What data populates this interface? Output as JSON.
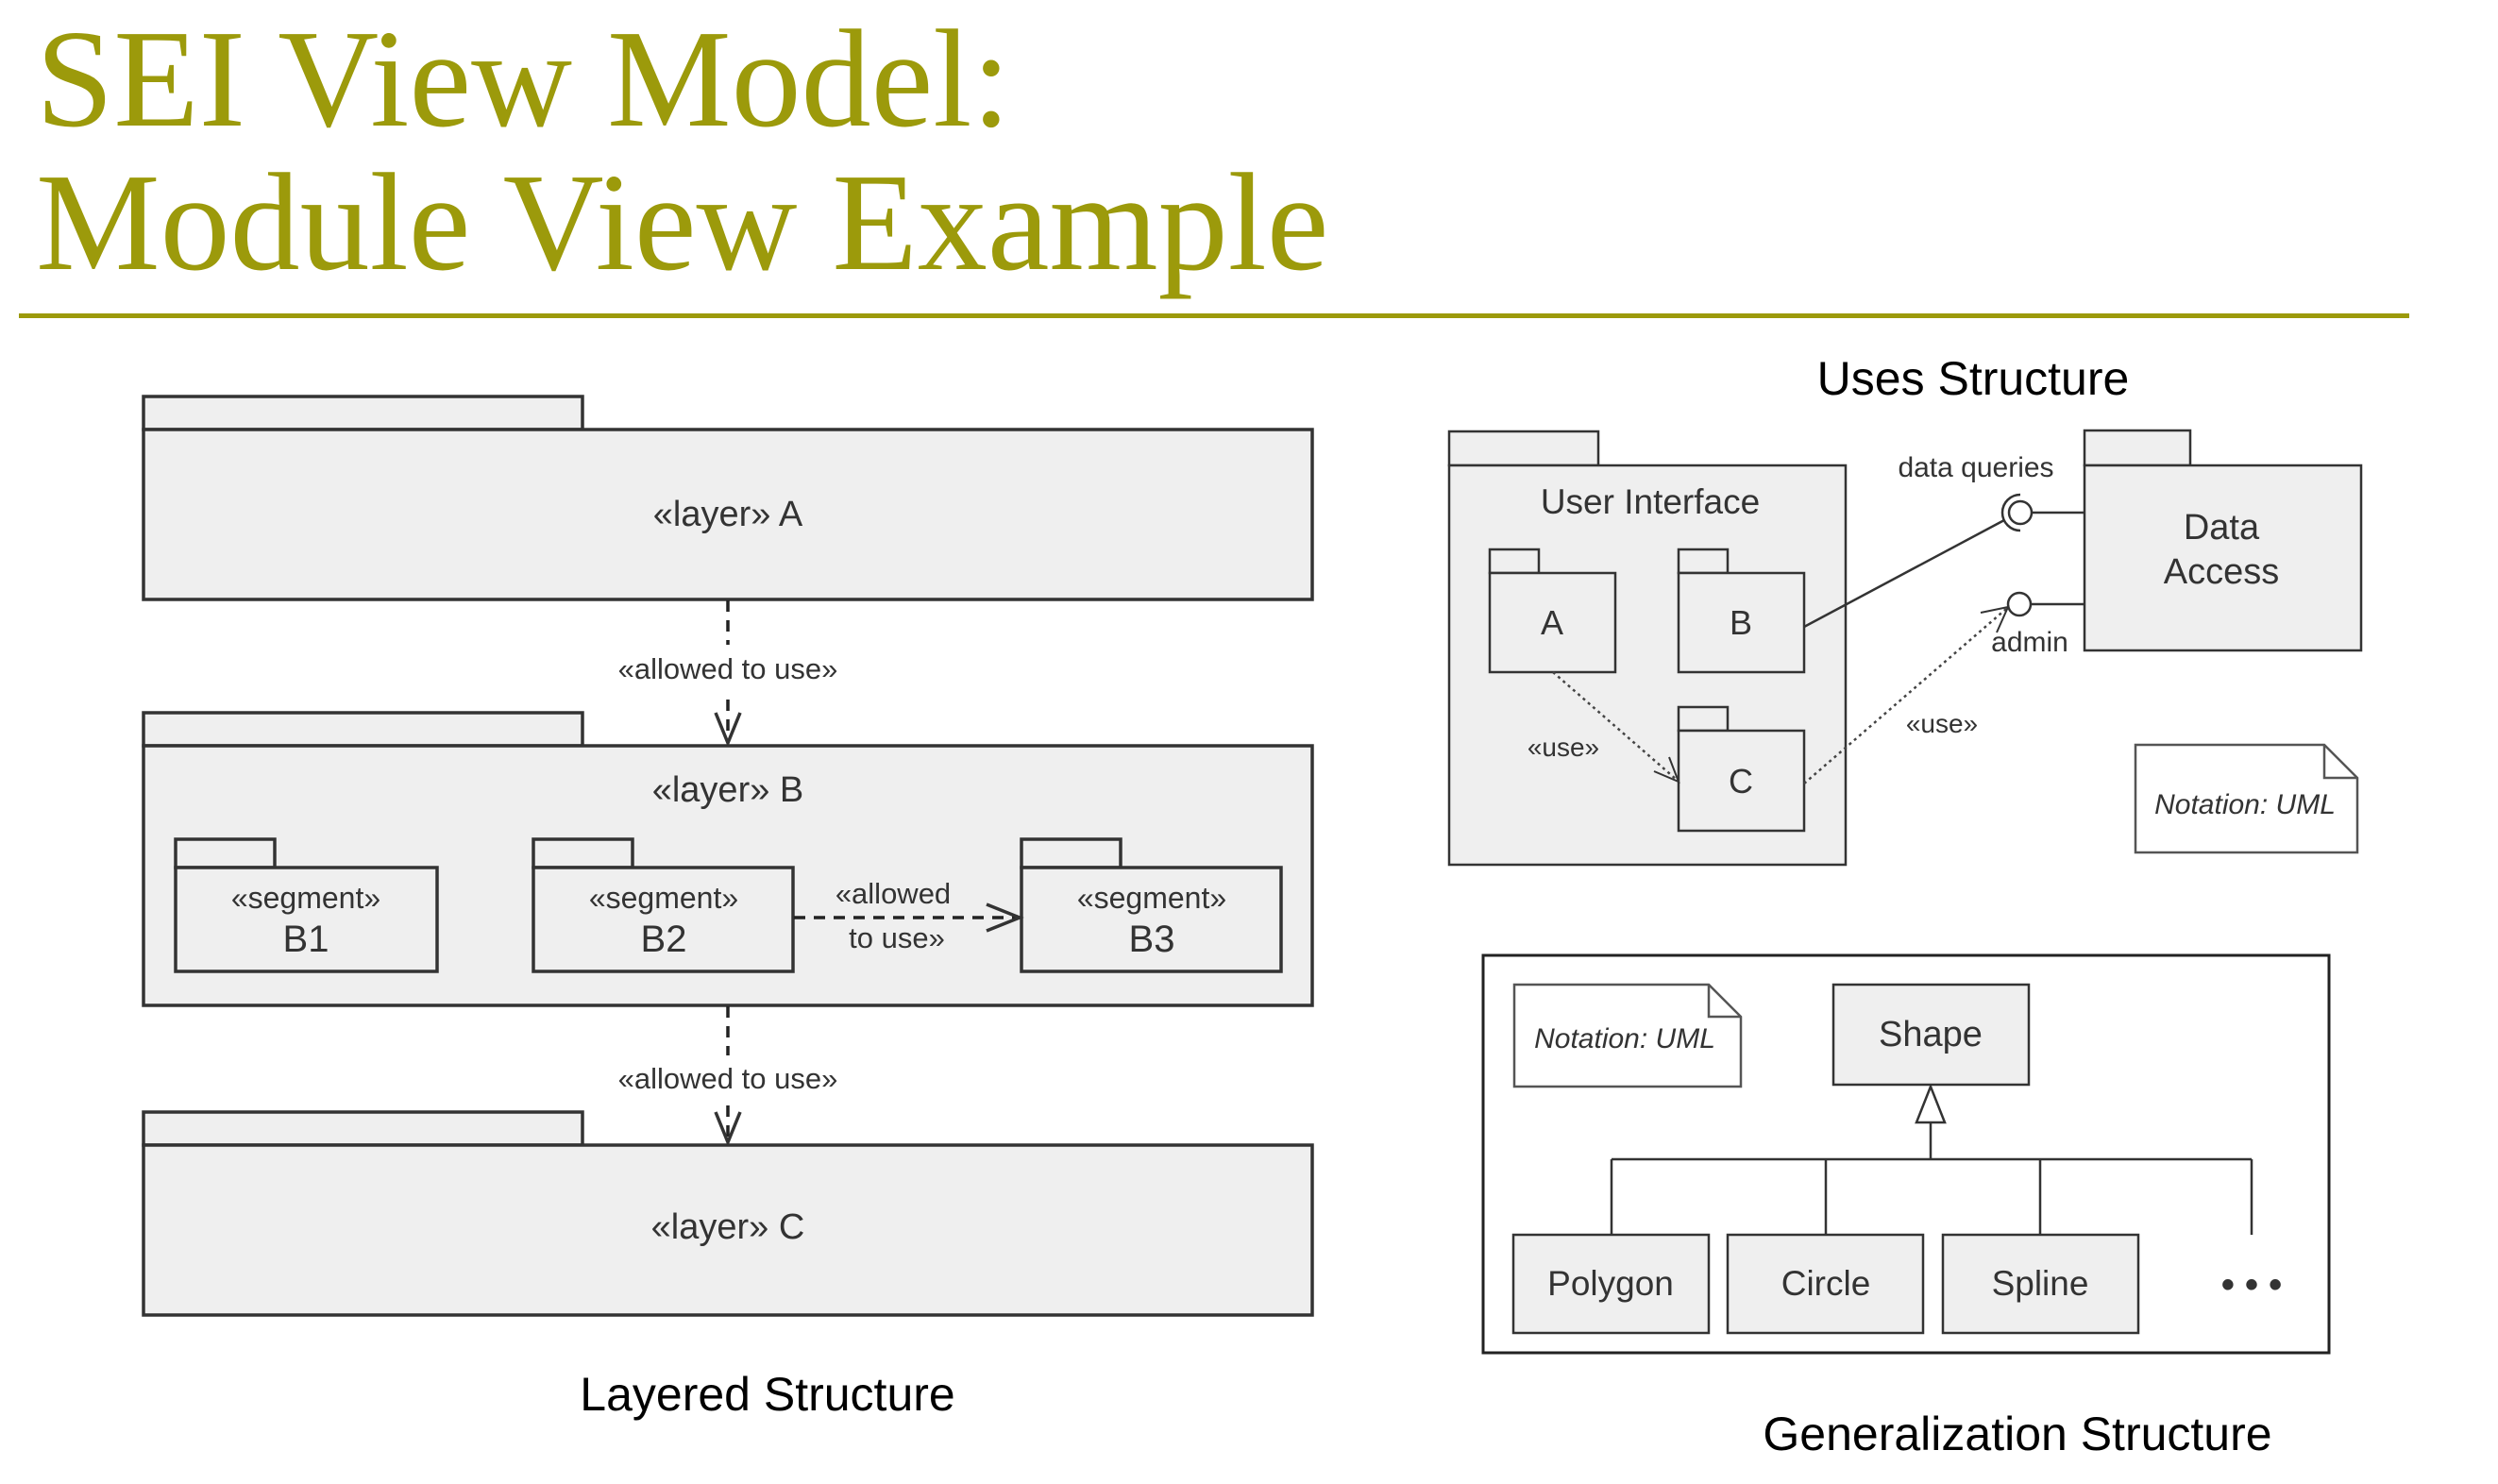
{
  "slide": {
    "title_line1": "SEI View Model:",
    "title_line2": "Module View Example",
    "accent_color": "#9c9a0b"
  },
  "layered": {
    "caption": "Layered Structure",
    "layer_a": "«layer» A",
    "layer_b": "«layer» B",
    "layer_c": "«layer» C",
    "allowed_ab": "«allowed to use»",
    "allowed_bc": "«allowed to use»",
    "segments": [
      {
        "stereotype": "«segment»",
        "name": "B1"
      },
      {
        "stereotype": "«segment»",
        "name": "B2"
      },
      {
        "stereotype": "«segment»",
        "name": "B3"
      }
    ],
    "allowed_b2b3_line1": "«allowed",
    "allowed_b2b3_line2": "to use»"
  },
  "uses": {
    "caption": "Uses Structure",
    "user_interface": "User Interface",
    "module_a": "A",
    "module_b": "B",
    "module_c": "C",
    "data_access_line1": "Data",
    "data_access_line2": "Access",
    "data_queries": "data queries",
    "admin": "admin",
    "use_ac": "«use»",
    "use_c_admin": "«use»",
    "notation": "Notation: UML"
  },
  "generalization": {
    "caption": "Generalization Structure",
    "notation": "Notation: UML",
    "parent": "Shape",
    "children": [
      "Polygon",
      "Circle",
      "Spline"
    ],
    "more": "• • •"
  }
}
